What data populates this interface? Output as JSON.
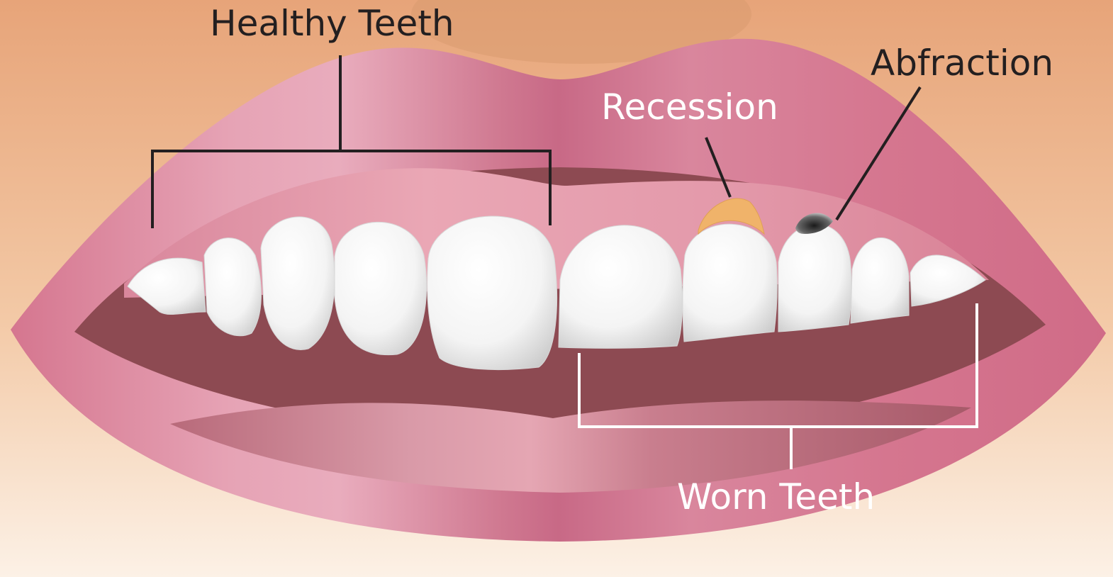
{
  "labels": {
    "healthy": "Healthy Teeth",
    "recession": "Recession",
    "abfraction": "Abfraction",
    "worn": "Worn Teeth"
  },
  "colors": {
    "background_top": "#e8a97c",
    "background_bottom": "#fbeee2",
    "lip": "#d77f96",
    "lip_highlight": "#e9a8ba",
    "gum": "#e79aa9",
    "mouth_interior": "#8e4a52",
    "tooth": "#ffffff",
    "recession_mark": "#f0b36a",
    "abfraction_mark": "#333333",
    "dark_text": "#231f20",
    "light_text": "#ffffff"
  }
}
